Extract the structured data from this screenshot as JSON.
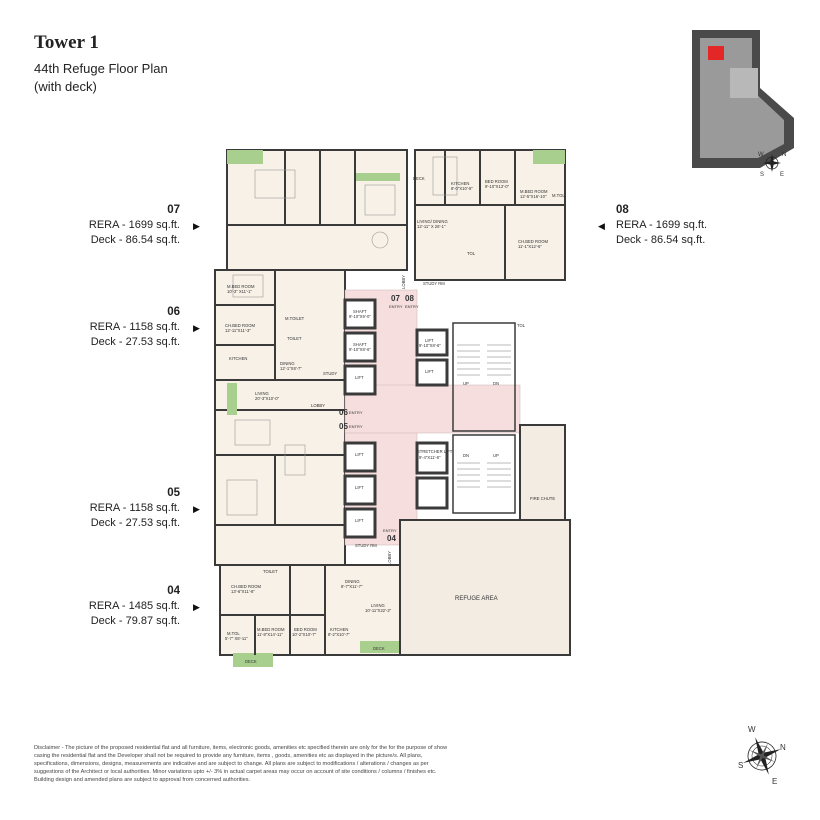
{
  "header": {
    "title": "Tower 1",
    "subtitle_line1": "44th Refuge Floor Plan",
    "subtitle_line2": "(with deck)"
  },
  "units": {
    "u07": {
      "number": "07",
      "rera": "RERA - 1699 sq.ft.",
      "deck": "Deck - 86.54 sq.ft."
    },
    "u06": {
      "number": "06",
      "rera": "RERA - 1158 sq.ft.",
      "deck": "Deck - 27.53 sq.ft."
    },
    "u05": {
      "number": "05",
      "rera": "RERA - 1158 sq.ft.",
      "deck": "Deck - 27.53 sq.ft."
    },
    "u04": {
      "number": "04",
      "rera": "RERA - 1485 sq.ft.",
      "deck": "Deck - 79.87 sq.ft."
    },
    "u08": {
      "number": "08",
      "rera": "RERA - 1699 sq.ft.",
      "deck": "Deck - 86.54 sq.ft."
    }
  },
  "plan_labels": {
    "deck": "DECK",
    "kitchen": "KITCHEN",
    "kitchen_08": "8'-0\"X10'-8\"",
    "bed_room": "BED ROOM",
    "bed_room_08": "9'-10\"X13'-0\"",
    "m_bed_room": "M.BED ROOM",
    "m_bed_room_08": "12'-5\"X16'-10\"",
    "m_tol": "M.TOL",
    "living_dining": "LIVING/ DINING",
    "living_dining_dim": "12'-11\" X 26'-1\"",
    "ch_bed_room": "CH.BED ROOM",
    "ch_bed_room_08": "11'-1\"X12'-6\"",
    "tol": "TOL",
    "lobby": "LOBBY",
    "study_rm": "STUDY RM",
    "m_bed_room_06": "10'-3\" X11'-1\"",
    "m_toilet": "M.TOILET",
    "toilet": "TOILET",
    "ch_bed_room_06": "12'-11\"X11'-3\"",
    "dining": "DINING",
    "dining_06": "12'-1\"X8'-7\"",
    "living": "LIVING",
    "living_06": "20'-3\"X10'-0\"",
    "study": "STUDY",
    "shaft": "SHAFT",
    "shaft_dim1": "9'-10\"X9'-0\"",
    "shaft_dim2": "9'-10\"X8'-6\"",
    "lift": "LIFT",
    "lift_dim": "9'-10\"X8'-6\"",
    "stretcher_lift": "STRETCHER LIFT",
    "stretcher_dim": "9'-4\"X11'-8\"",
    "fire_chute": "FIRE CHUTE",
    "up": "UP",
    "dn": "DN",
    "entry": "ENTRY",
    "e07": "07",
    "e08": "08",
    "e06": "06",
    "e05": "05",
    "e04": "04",
    "refuge_area": "REFUGE AREA",
    "ch_bed_room_04": "13'-6\"X11'-8\"",
    "m_bed_room_04": "11'-8\"X14'-11\"",
    "bed_room_04": "10'-2\"X10'-7\"",
    "kitchen_04": "8'-2\"X10'-7\"",
    "living_04": "10'-11\"X22'-2\"",
    "dining_04": "8'-7\"X11'-7\"",
    "m_tol_04": "5'-7\" X8'-11\""
  },
  "keymap": {
    "n": "N",
    "e": "E",
    "s": "S",
    "w": "W"
  },
  "compass": {
    "n": "N",
    "e": "E",
    "s": "S",
    "w": "W"
  },
  "disclaimer": "Disclaimer - The picture of the proposed residential flat and all furniture, items, electronic goods, amenities etc specified therein are only for the for the purpose of show casing the residential flat and the Developer shall not be required to provide any furniture, items , goods, amenities etc as displayed in the picture/s. All plans, specifications, dimensions, designs, measurements are indicative and are subject to change. All plans are subject to modifications / alterations / changes as per suggestions of the Architect or local authorities. Minor variations upto +/- 3% in actual carpet areas may occur on account of site conditions / columns / finishes etc. Building design and amended plans are subject to approval from concerned authorities.",
  "colors": {
    "wall": "#3a3a3a",
    "floor": "#f7f1e8",
    "core": "#f6dede",
    "deck": "#a9cf8f",
    "refuge": "#f3ece3"
  }
}
